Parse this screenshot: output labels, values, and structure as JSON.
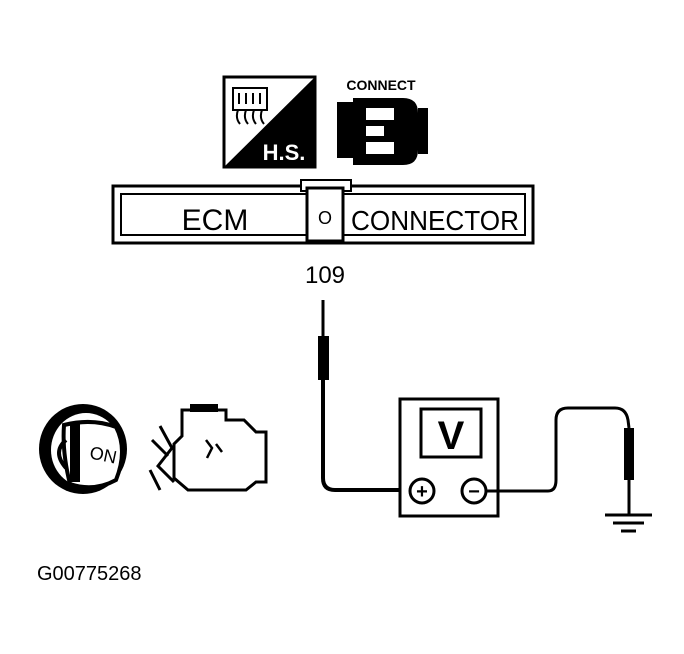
{
  "hs_icon": {
    "label": "H.S."
  },
  "connect_icon": {
    "label": "CONNECT"
  },
  "ecm_connector": {
    "left_label": "ECM",
    "pin_mark": "O",
    "right_label": "CONNECTOR"
  },
  "pin_number": "109",
  "ignition_switch": {
    "label": "ON"
  },
  "voltmeter": {
    "label": "V",
    "positive": "+",
    "negative": "−"
  },
  "figure_id": "G00775268"
}
